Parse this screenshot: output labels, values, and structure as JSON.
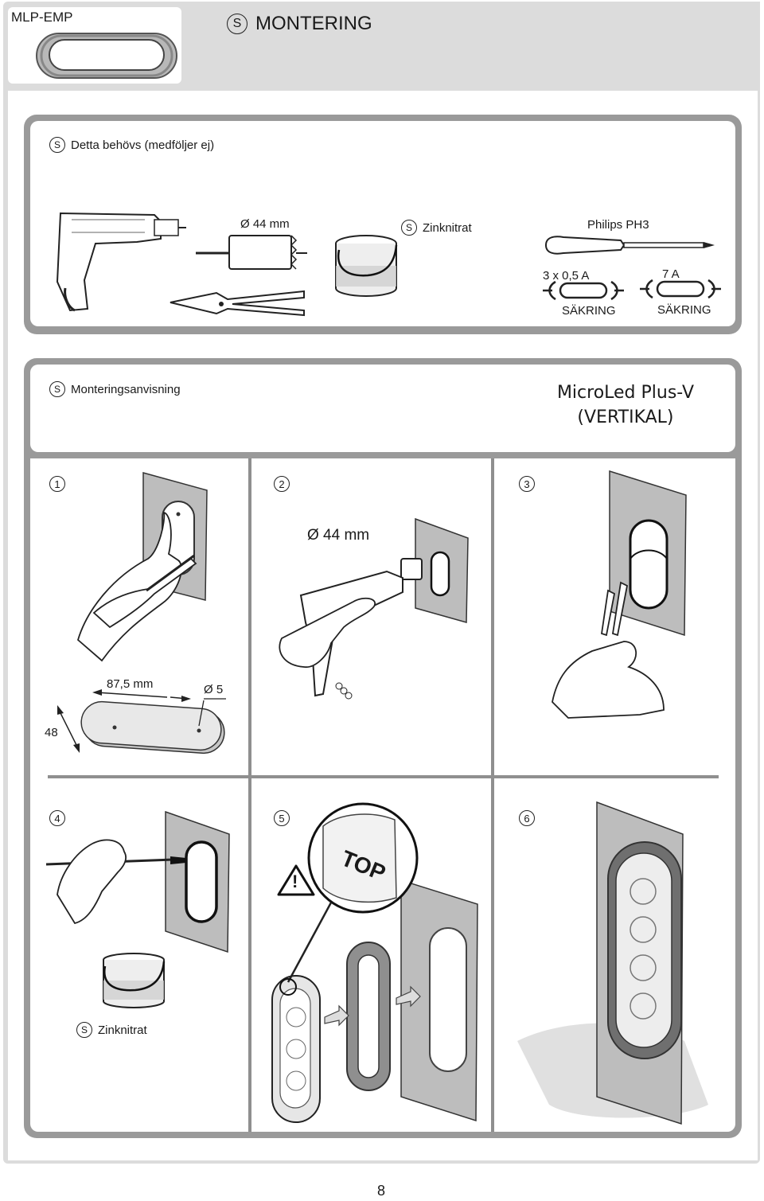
{
  "header": {
    "model_code": "MLP-EMP",
    "language_badge": "S",
    "title": "MONTERING"
  },
  "requirements": {
    "language_badge": "S",
    "heading": "Detta behövs (medföljer ej)",
    "hole_saw_label": "Ø 44 mm",
    "zinc_badge": "S",
    "zinc_label": "Zinknitrat",
    "screwdriver_label": "Philips  PH3",
    "fuse1_rating": "3 x 0,5 A",
    "fuse1_label": "SÄKRING",
    "fuse2_rating": "7 A",
    "fuse2_label": "SÄKRING"
  },
  "instructions": {
    "language_badge": "S",
    "heading": "Monteringsanvisning",
    "product_line1": "MicroLed Plus-V",
    "product_line2": "(VERTIKAL)"
  },
  "steps": [
    {
      "number": "1",
      "dim_length": "87,5 mm",
      "dim_hole": "Ø 5",
      "dim_width": "48"
    },
    {
      "number": "2",
      "hole_label": "Ø  44 mm"
    },
    {
      "number": "3"
    },
    {
      "number": "4",
      "zinc_badge": "S",
      "zinc_label": "Zinknitrat"
    },
    {
      "number": "5",
      "top_label": "TOP",
      "warning_glyph": "!"
    },
    {
      "number": "6"
    }
  ],
  "footer": {
    "page_number": "8"
  },
  "icons": [
    "drill-icon",
    "hole-saw-icon",
    "tin-snips-icon",
    "paint-can-icon",
    "screwdriver-icon",
    "fuse-icon",
    "warning-icon",
    "gasket-icon"
  ]
}
